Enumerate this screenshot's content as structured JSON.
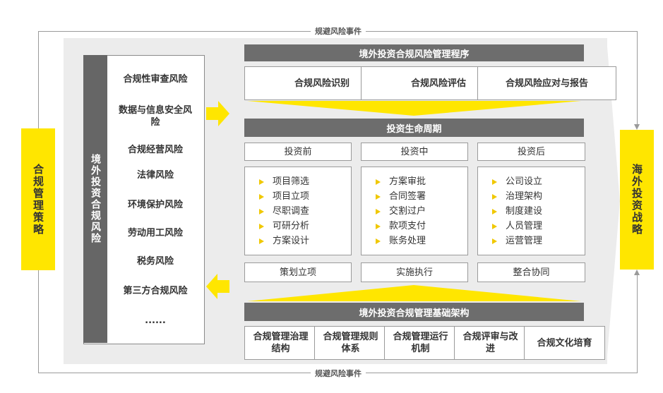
{
  "frame": {
    "top_event": "规避风险事件",
    "bottom_event": "规避风险事件"
  },
  "left_bar": "合规管理策略",
  "right_bar": "海外投资战略",
  "risk_panel": {
    "spine": "境外投资合规风险",
    "items": [
      "合规性审查风险",
      "数据与信息安全风险",
      "合规经营风险",
      "法律风险",
      "环境保护风险",
      "劳动用工风险",
      "税务风险",
      "第三方合规风险",
      "......"
    ]
  },
  "procedure": {
    "header": "境外投资合规风险管理程序",
    "boxes": [
      "合规风险识别",
      "合规风险评估",
      "合规风险应对与报告"
    ]
  },
  "lifecycle": {
    "header": "投资生命周期",
    "phases": [
      "投资前",
      "投资中",
      "投资后"
    ],
    "lists": [
      [
        "项目筛选",
        "项目立项",
        "尽职调查",
        "可研分析",
        "方案设计"
      ],
      [
        "方案审批",
        "合同签署",
        "交割过户",
        "款项支付",
        "账务处理"
      ],
      [
        "公司设立",
        "治理架构",
        "制度建设",
        "人员管理",
        "运营管理"
      ]
    ],
    "stages": [
      "策划立项",
      "实施执行",
      "整合协同"
    ]
  },
  "infrastructure": {
    "header": "境外投资合规管理基础架构",
    "boxes": [
      "合规管理治理结构",
      "合规管理规则体系",
      "合规管理运行机制",
      "合规评审与改进",
      "合规文化培育"
    ]
  },
  "colors": {
    "accent": "#ffe600",
    "dark": "#6d6d6d",
    "panel": "#ececec"
  }
}
